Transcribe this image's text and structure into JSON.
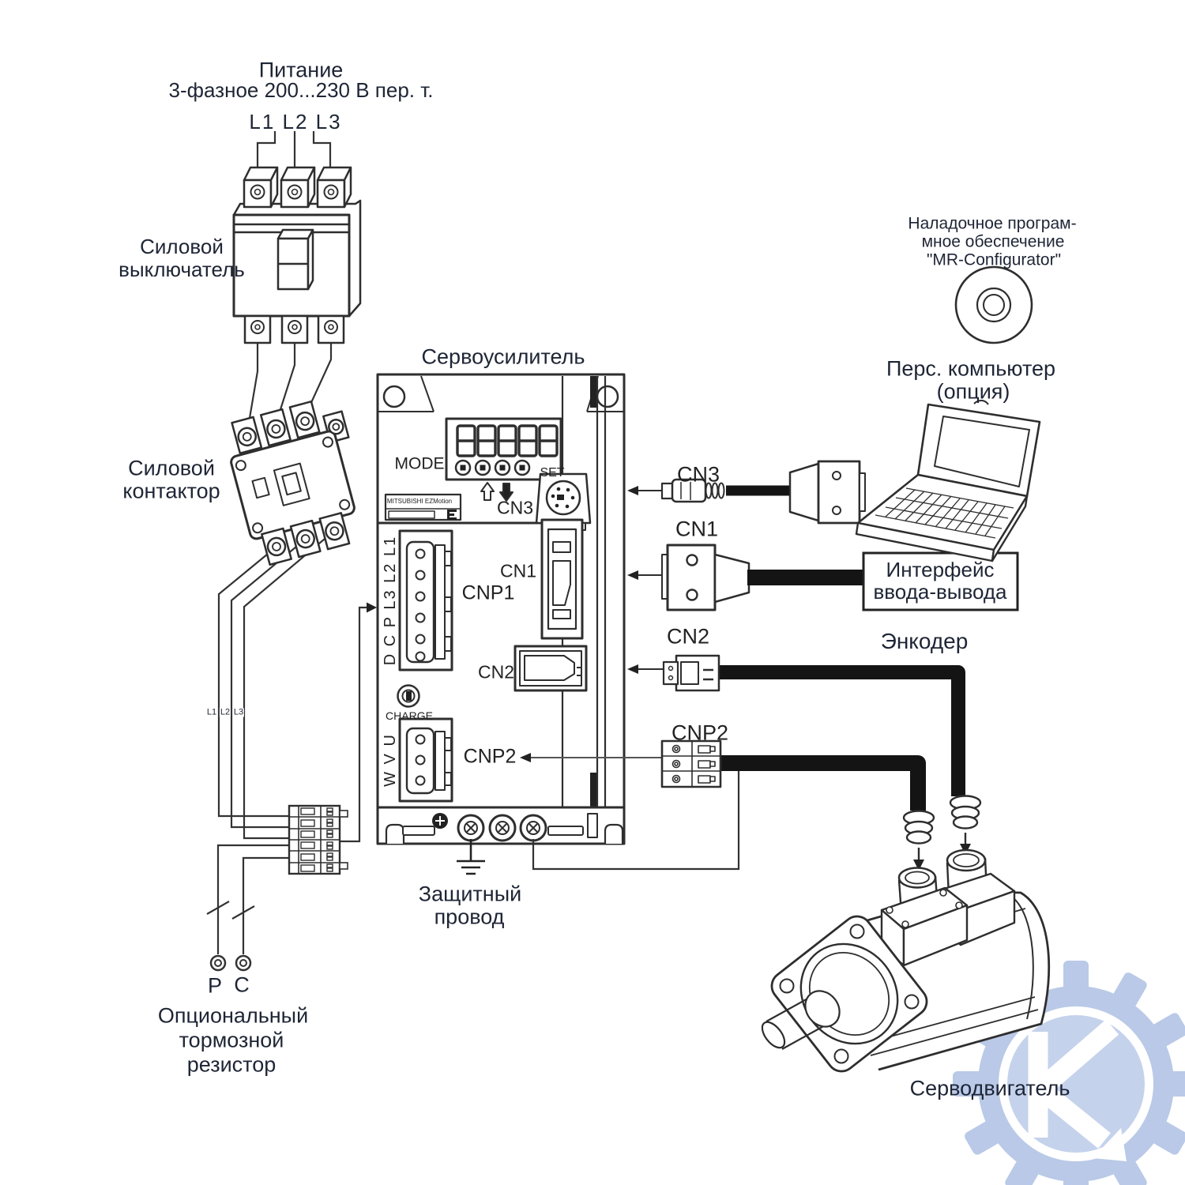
{
  "colors": {
    "line": "#2e2e2e",
    "cable": "#141414",
    "text": "#1e2535",
    "watermark": "#b6c7e6"
  },
  "power": {
    "line1": "Питание",
    "line2": "3-фазное 200...230 В пер. т.",
    "phases": "L1 L2 L3"
  },
  "breaker": {
    "line1": "Силовой",
    "line2": "выключатель"
  },
  "contactor": {
    "line1": "Силовой",
    "line2": "контактор"
  },
  "amplifier": {
    "title": "Сервоусилитель",
    "mode": "MODE",
    "set": "SET",
    "cn3": "CN3",
    "cn1": "CN1",
    "cnp1": "CNP1",
    "cn2": "CN2",
    "cnp2": "CNP2",
    "charge": "CHARGE",
    "brand": "MITSUBISHI EZMotion",
    "cnp1_pins": "D C P L3 L2 L1",
    "cnp2_pins": "W V U"
  },
  "connectors": {
    "cn3": "CN3",
    "cn1": "CN1",
    "cn2": "CN2",
    "cnp2": "CNP2"
  },
  "software": {
    "line1": "Наладочное програм-",
    "line2": "мное обеспечение",
    "line3": "\"MR-Configurator\""
  },
  "pc": {
    "line1": "Перс. компьютер",
    "line2": "(опция)"
  },
  "io": {
    "line1": "Интерфейс",
    "line2": "ввода-вывода"
  },
  "encoder": "Энкодер",
  "ground": {
    "line1": "Защитный",
    "line2": "провод"
  },
  "resistor": {
    "line1": "Опциональный",
    "line2": "тормозной",
    "line3": "резистор",
    "p": "P",
    "c": "C"
  },
  "motor": "Серводвигатель",
  "wire_labels": [
    "L1",
    "L2",
    "L3"
  ]
}
